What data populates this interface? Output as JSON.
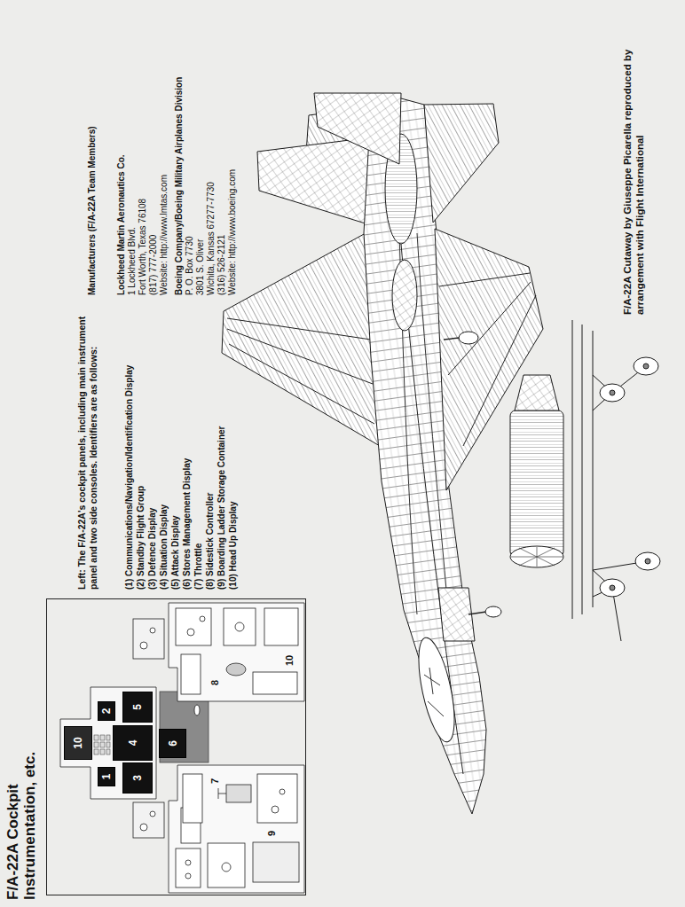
{
  "diagram": {
    "caption": "F/A-22A Cutaway by Giuseppe Picarella reproduced by arrangement with Flight International",
    "nodes": [
      {
        "text": [
          "F/A-22A Cockpit Instrumentation, etc."
        ]
      },
      {
        "text": [
          "10"
        ],
        "in": 0
      },
      {
        "text": [
          "1"
        ],
        "in": 0
      },
      {
        "text": [
          "2"
        ],
        "in": 0
      },
      {
        "text": [
          "3"
        ],
        "in": 0
      },
      {
        "text": [
          "4"
        ],
        "in": 0
      },
      {
        "text": [
          "5"
        ],
        "in": 0
      },
      {
        "text": [
          "6"
        ],
        "in": 0
      }
    ],
    "labels": [
      "Left: The F/A-22A's cockpit panels, including main instrument panel and two side consoles. Identifiers are as follows:",
      "(1) Communications/Navigation/Identification Display",
      "(2) Standby Flight Group",
      "(3) Defence Display",
      "(4) Situation Display",
      "(5) Attack Display",
      "(6) Stores Management Display",
      "(7) Throttle",
      "(8) Sidestick Controller",
      "(9) Boarding Ladder Storage Container",
      "(10) Head Up Display",
      "Manufacturers (F/A-22A Team Members)",
      "Lockheed Martin Aeronautics Co.",
      "1 Lockheed Blvd.",
      "Fort Worth, Texas 76108",
      "(817) 777-2000",
      "Website: http://www.lmtas.com",
      "Boeing Company/Boeing Military Airplanes Division",
      "P. O. Box 7730",
      "3801 S. Oliver",
      "Wichita, Kansas 67277-7730",
      "(316) 526-2121",
      "Website: http://www.boeing.com",
      "7",
      "8",
      "9",
      "10"
    ]
  }
}
